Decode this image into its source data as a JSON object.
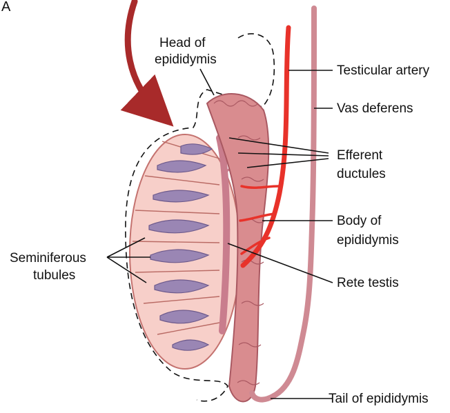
{
  "figure": {
    "panel_letter": "A",
    "labels": {
      "head_of_epididymis": [
        "Head of",
        "epididymis"
      ],
      "testicular_artery": "Testicular artery",
      "vas_deferens": "Vas deferens",
      "efferent_ductules": [
        "Efferent",
        "ductules"
      ],
      "body_of_epididymis": [
        "Body of",
        "epididymis"
      ],
      "seminiferous_tubules": [
        "Seminiferous",
        "tubules"
      ],
      "rete_testis": "Rete testis",
      "tail_of_epididymis": "Tail of epididymis"
    },
    "colors": {
      "arrow": "#a82a2a",
      "artery": "#e8322a",
      "vas_deferens": "#cf8a93",
      "testis_fill": "#f7cfc9",
      "testis_outline": "#c4726f",
      "tubule": "#9a86b4",
      "epididymis": "#d98c8f",
      "capsule": "#111111"
    }
  }
}
